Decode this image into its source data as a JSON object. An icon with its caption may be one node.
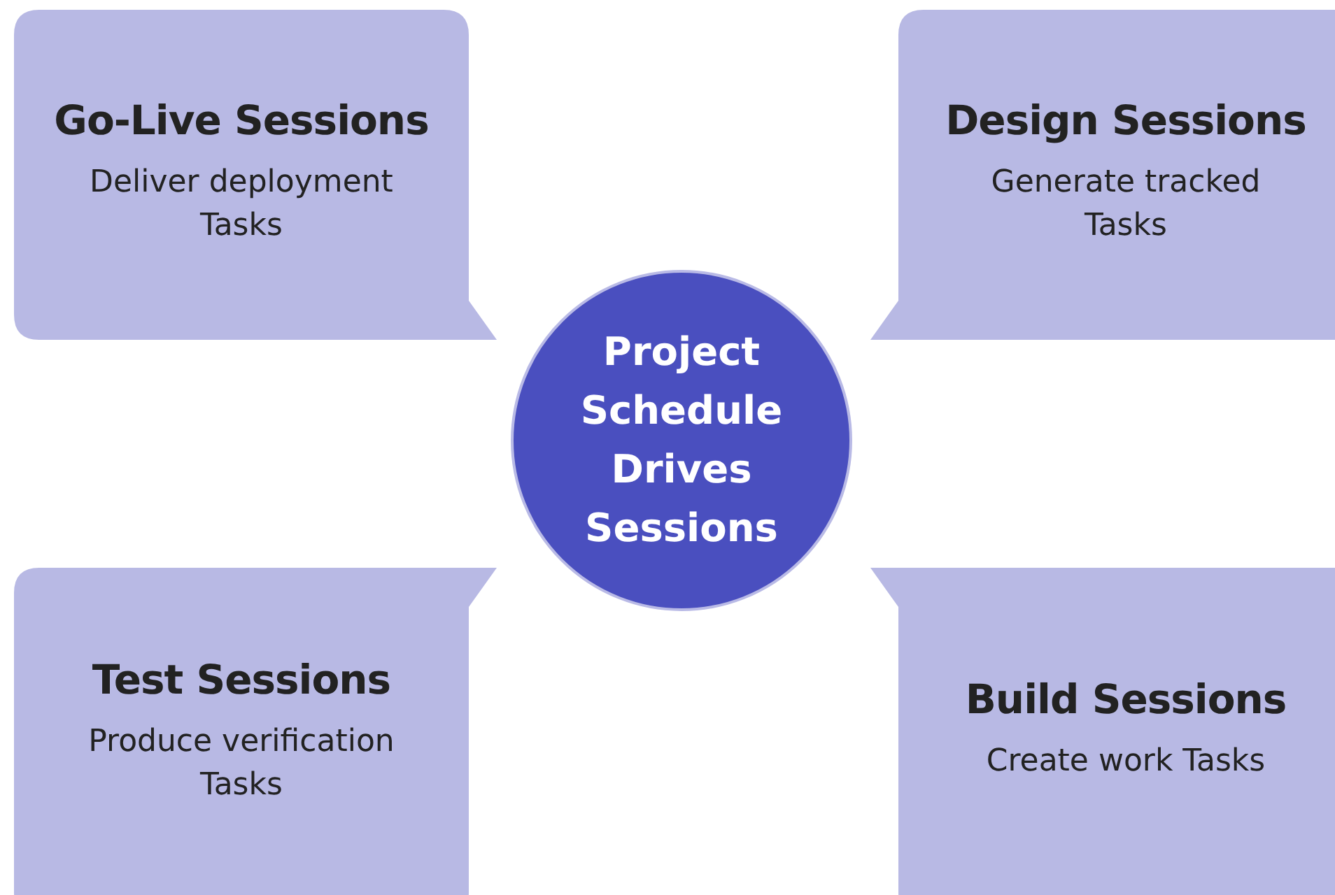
{
  "diagram": {
    "nodes": [
      {
        "text": [
          "Go-Live Sessions",
          "Deliver deployment Tasks"
        ]
      },
      {
        "text": [
          "Design Sessions",
          "Generate tracked Tasks"
        ]
      },
      {
        "text": [
          "Project Schedule Drives Sessions"
        ]
      },
      {
        "text": [
          "Test Sessions",
          "Produce verification Tasks"
        ]
      },
      {
        "text": [
          "Build Sessions",
          "Create work Tasks"
        ]
      }
    ]
  }
}
